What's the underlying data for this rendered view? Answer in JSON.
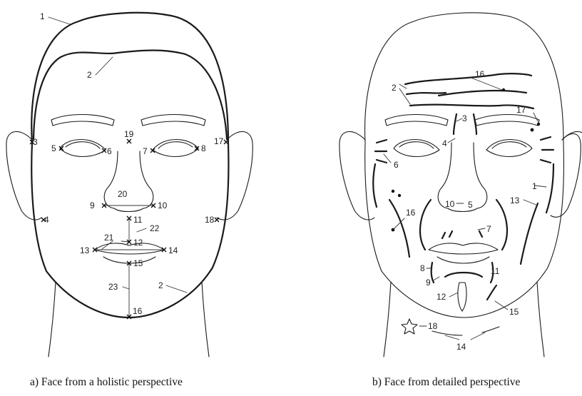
{
  "captions": {
    "left": "a) Face from a holistic perspective",
    "right": "b) Face from detailed perspective"
  },
  "left_labels": {
    "l1": "1",
    "l2a": "2",
    "l2b": "2",
    "l3": "3",
    "l4": "4",
    "l5": "5",
    "l6": "6",
    "l7": "7",
    "l8": "8",
    "l9": "9",
    "l10": "10",
    "l11": "11",
    "l12": "12",
    "l13": "13",
    "l14": "14",
    "l15": "15",
    "l16": "16",
    "l17": "17",
    "l18": "18",
    "l19": "19",
    "l20": "20",
    "l21": "21",
    "l22": "22",
    "l23": "23"
  },
  "right_labels": {
    "r1": "1",
    "r2": "2",
    "r3": "3",
    "r4": "4",
    "r5": "5",
    "r6": "6",
    "r7": "7",
    "r8": "8",
    "r9": "9",
    "r10": "10",
    "r11": "11",
    "r12": "12",
    "r13": "13",
    "r14": "14",
    "r15": "15",
    "r16a": "16",
    "r16b": "16",
    "r17": "17",
    "r18": "18"
  }
}
